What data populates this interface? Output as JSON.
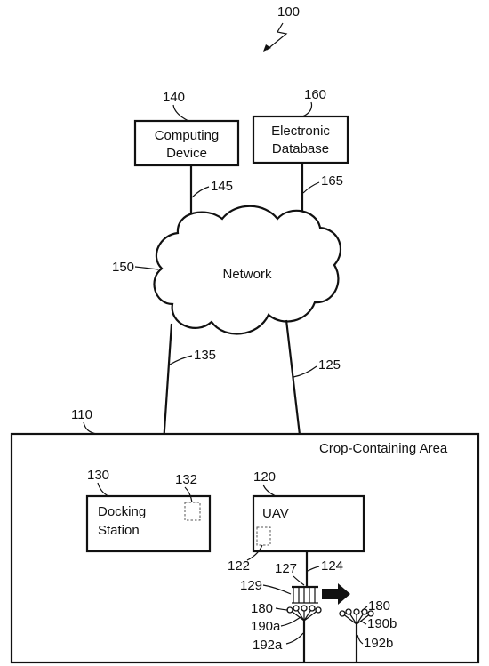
{
  "figure": {
    "number": "100"
  },
  "computing_device": {
    "ref": "140",
    "line1": "Computing",
    "line2": "Device",
    "link_ref": "145"
  },
  "electronic_database": {
    "ref": "160",
    "line1": "Electronic",
    "line2": "Database",
    "link_ref": "165"
  },
  "network": {
    "ref": "150",
    "label": "Network"
  },
  "links": {
    "docking_link_ref": "135",
    "uav_link_ref": "125"
  },
  "area": {
    "ref": "110",
    "label": "Crop-Containing Area"
  },
  "docking_station": {
    "ref": "130",
    "line1": "Docking",
    "line2": "Station",
    "component_ref": "132"
  },
  "uav": {
    "ref": "120",
    "label": "UAV",
    "component_ref": "122",
    "tether_ref": "124",
    "sensor_ref": "127",
    "array_ref": "129"
  },
  "plants": {
    "plant_a": {
      "ref_top": "180",
      "ref_mid": "190a",
      "ref_bottom": "192a"
    },
    "plant_b": {
      "ref_top": "180",
      "ref_mid": "190b",
      "ref_bottom": "192b"
    }
  }
}
